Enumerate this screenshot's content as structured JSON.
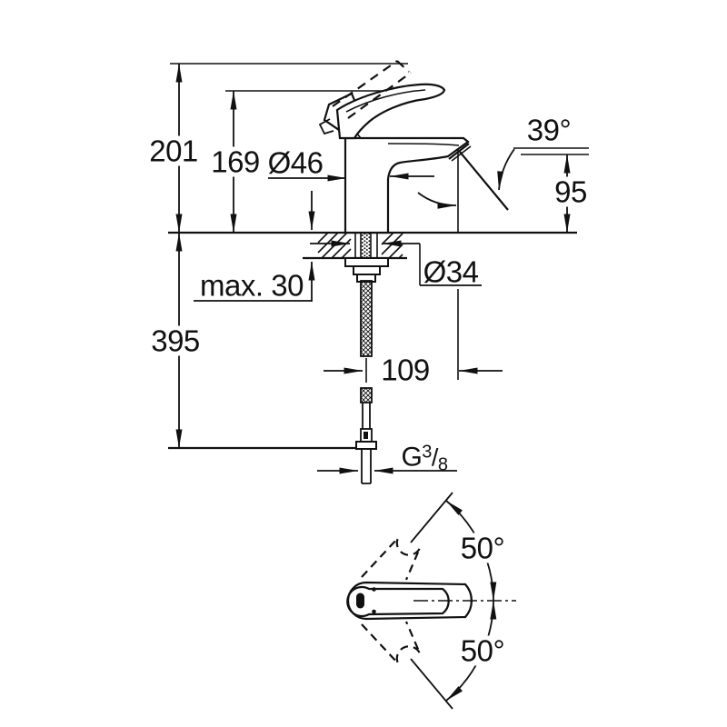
{
  "drawing_type": "single-lever-basin-mixer-dimensional-drawing",
  "colors": {
    "line": "#111111",
    "background": "#ffffff"
  },
  "dimensions": {
    "overall_height": "201",
    "handle_height": "169",
    "body_diameter": "Ø46",
    "spout_angle": "39°",
    "outlet_height": "95",
    "max_deck_thickness": "max. 30",
    "hole_diameter": "Ø34",
    "hose_length": "395",
    "outlet_reach": "109",
    "thread": {
      "letter": "G",
      "numerator": "3",
      "slash": "/",
      "denominator": "8"
    },
    "swivel_upper": "50°",
    "swivel_lower": "50°"
  }
}
